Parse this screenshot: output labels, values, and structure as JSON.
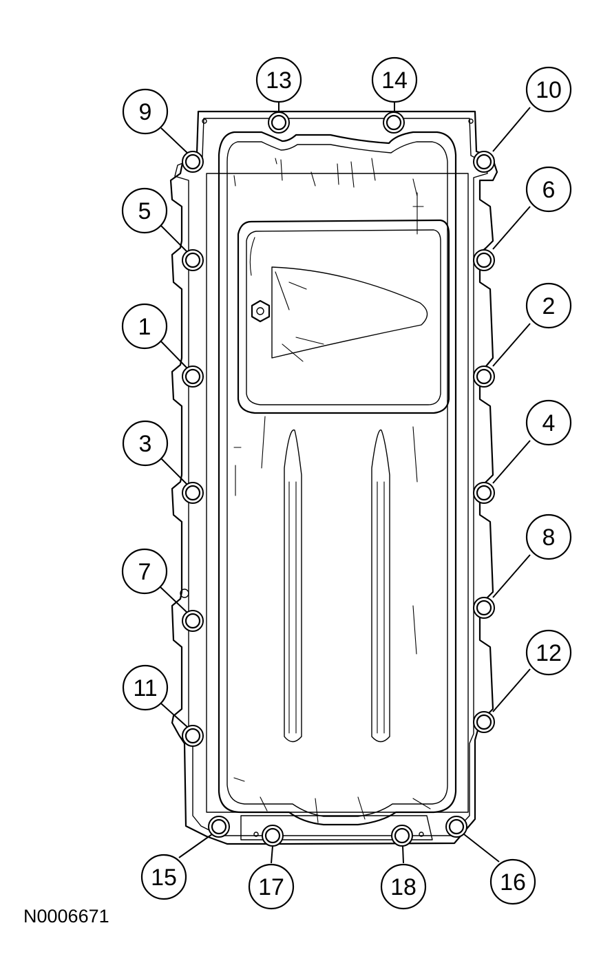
{
  "figure_id": "N0006671",
  "callouts": [
    {
      "label": "1",
      "side": "left"
    },
    {
      "label": "2",
      "side": "right"
    },
    {
      "label": "3",
      "side": "left"
    },
    {
      "label": "4",
      "side": "right"
    },
    {
      "label": "5",
      "side": "left"
    },
    {
      "label": "6",
      "side": "right"
    },
    {
      "label": "7",
      "side": "left"
    },
    {
      "label": "8",
      "side": "right"
    },
    {
      "label": "9",
      "side": "left"
    },
    {
      "label": "10",
      "side": "right"
    },
    {
      "label": "11",
      "side": "left"
    },
    {
      "label": "12",
      "side": "right"
    },
    {
      "label": "13",
      "side": "top"
    },
    {
      "label": "14",
      "side": "top"
    },
    {
      "label": "15",
      "side": "bottom"
    },
    {
      "label": "16",
      "side": "bottom"
    },
    {
      "label": "17",
      "side": "bottom"
    },
    {
      "label": "18",
      "side": "bottom"
    }
  ]
}
